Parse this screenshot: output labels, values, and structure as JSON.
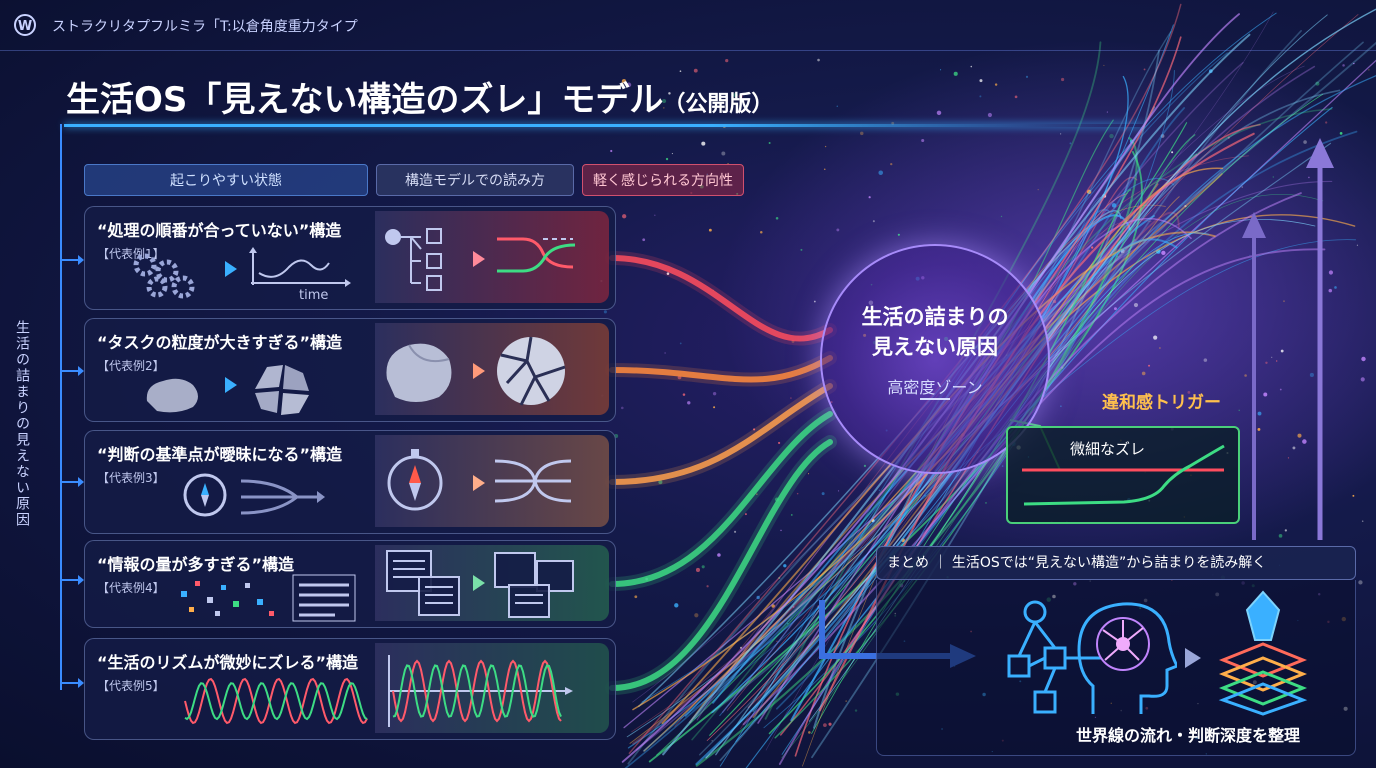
{
  "header": {
    "logo_glyph": "W",
    "breadcrumb": "ストラクリタプフルミラ「T:以倉角度重力タイプ"
  },
  "title": {
    "main": "生活OS「見えない構造のズレ」モデル",
    "sub": "（公開版）"
  },
  "side_label": "生活の詰まりの見えない原因",
  "columns": [
    "起こりやすい状態",
    "構造モデルでの読み方",
    "軽く感じられる方向性"
  ],
  "rows": [
    {
      "title": "“処理の順番が合っていない”構造",
      "example": "【代表例1】",
      "axis_label": "time",
      "accent": "#ff4d5e"
    },
    {
      "title": "“タスクの粒度が大きすぎる”構造",
      "example": "【代表例2】",
      "accent": "#ff8a3d"
    },
    {
      "title": "“判断の基準点が曖昧になる”構造",
      "example": "【代表例3】",
      "accent": "#ffa04d"
    },
    {
      "title": "“情報の量が多すぎる”構造",
      "example": "【代表例4】",
      "accent": "#3ddc84"
    },
    {
      "title": "“生活のリズムが微妙にズレる”構造",
      "example": "【代表例5】",
      "accent": "#3ddc84"
    }
  ],
  "center": {
    "title_line1": "生活の詰まりの",
    "title_line2": "見えない原因",
    "subtitle": "高密度ゾーン"
  },
  "trigger": {
    "label": "違和感トリガー",
    "box_title": "微細なズレ"
  },
  "summary": {
    "header": "まとめ ｜ 生活OSでは“見えない構造”から詰まりを読み解く",
    "caption": "世界線の流れ・判断深度を整理"
  },
  "colors": {
    "accent_blue": "#3ab0ff",
    "accent_purple": "#a78bfa",
    "accent_red": "#ff4d5e",
    "accent_orange": "#ff8a3d",
    "accent_green": "#3ddc84",
    "accent_yellow": "#ffc04d"
  },
  "icons": [
    "wordpress-logo-icon",
    "gears-icon",
    "time-chart-icon",
    "flowchart-icon",
    "crossing-lines-icon",
    "rock-icon",
    "shattered-rock-icon",
    "compass-icon",
    "merging-arrows-icon",
    "documents-icon",
    "dots-cloud-icon",
    "sine-wave-icon",
    "network-icon",
    "brain-head-icon",
    "crystal-layers-icon",
    "up-arrow-icon"
  ]
}
